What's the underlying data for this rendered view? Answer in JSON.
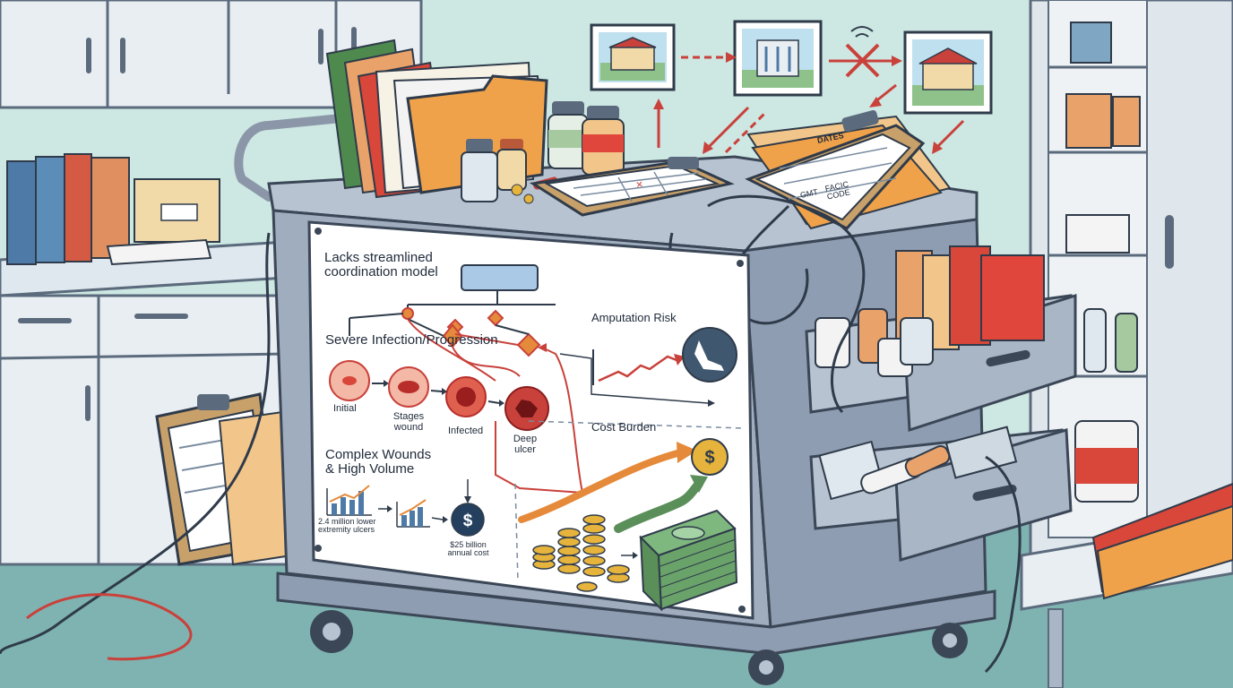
{
  "poster": {
    "coordination_title": "Lacks streamlined coordination model",
    "infection_title": "Severe Infection/Progression",
    "stages": [
      "Initial",
      "Stages wound",
      "Infected",
      "Deep ulcer"
    ],
    "amputation_title": "Amputation Risk",
    "cost_title": "Cost Burden",
    "wounds_title": "Complex Wounds & High Volume",
    "ulcer_stat": "2.4 million lower extremity ulcers",
    "cost_stat": "$25 billion annual cost"
  },
  "clipboard": {
    "title": "DATES",
    "cells": [
      "GMT",
      "FACIC CODE"
    ]
  },
  "colors": {
    "wall": "#c9e4e0",
    "floor": "#7fb3b1",
    "cart": "#a9b6c6",
    "poster": "#ffffff",
    "accent_red": "#c9413b",
    "accent_orange": "#e58a3a",
    "money_green": "#5a8f5a",
    "coin_gold": "#e6b43c"
  },
  "icons": [
    "folder-icon",
    "pill-bottle-icon",
    "hospital-icon",
    "house-icon",
    "clipboard-icon",
    "wifi-icon",
    "dollar-icon",
    "leg-icon",
    "money-stack-icon",
    "coin-stack-icon",
    "cable-icon"
  ]
}
